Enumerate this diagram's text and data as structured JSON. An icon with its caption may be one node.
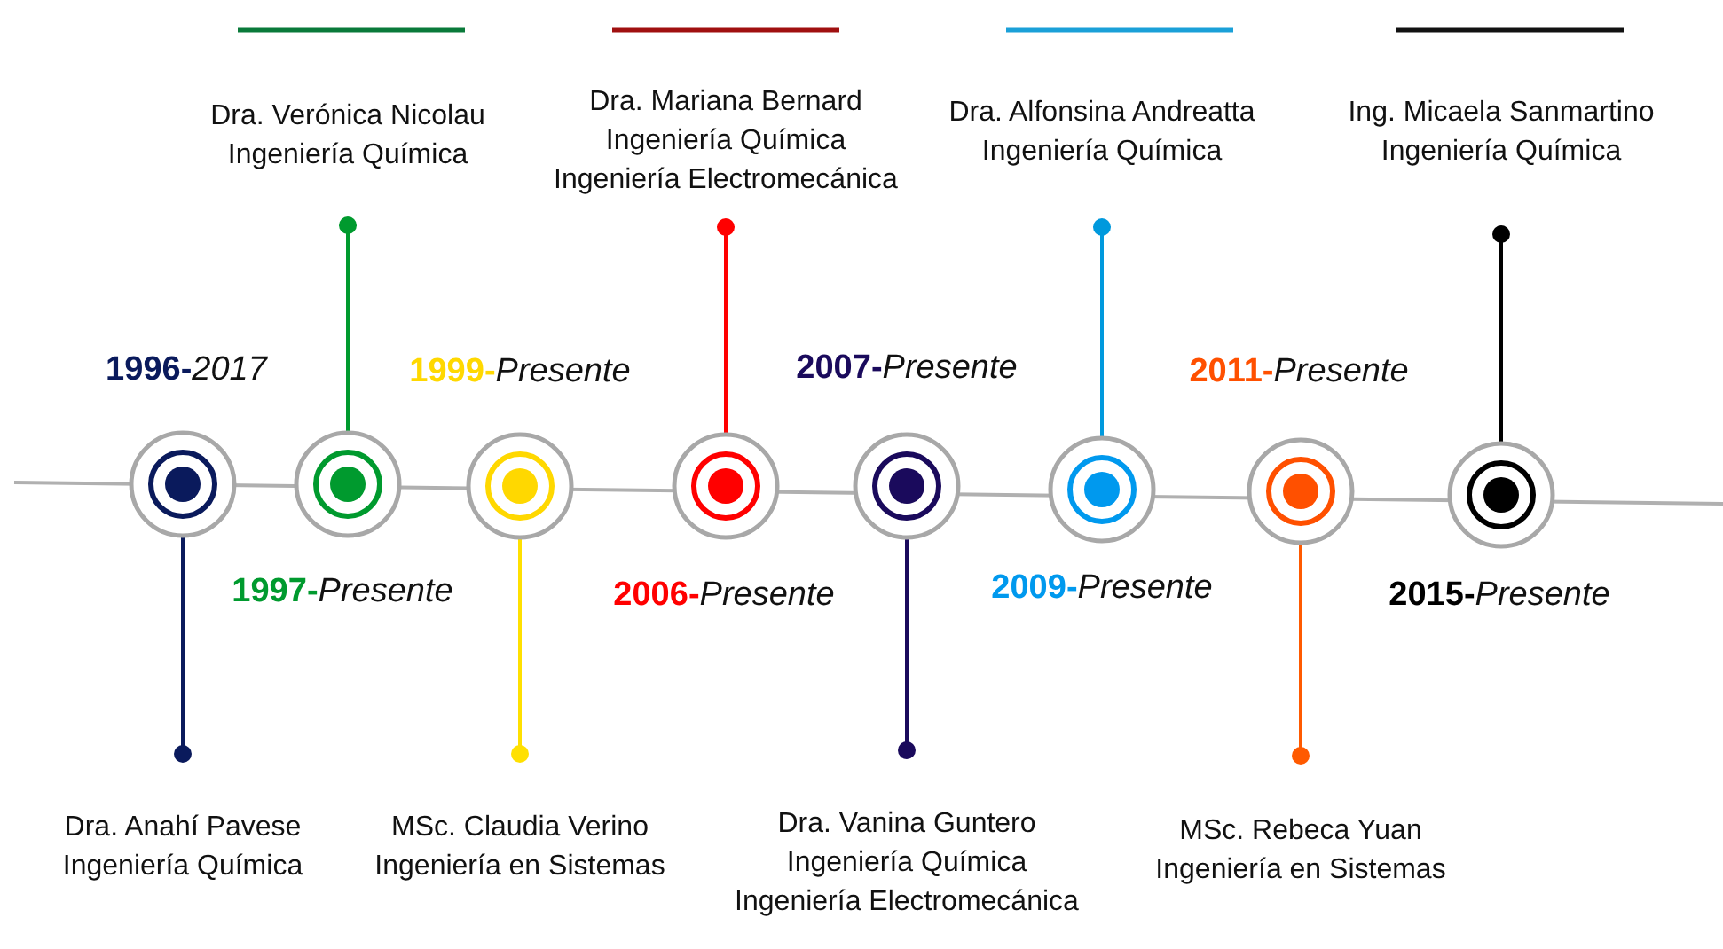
{
  "diagram": {
    "nodes": [
      {
        "text": [],
        "shape": "circle",
        "beside": [
          "1996-2017"
        ]
      },
      {
        "text": [],
        "shape": "circle",
        "beside": [
          "1997-Presente"
        ]
      },
      {
        "text": [],
        "shape": "circle",
        "beside": [
          "1999-Presente"
        ]
      },
      {
        "text": [],
        "shape": "circle",
        "beside": [
          "2006-Presente"
        ]
      },
      {
        "text": [],
        "shape": "circle",
        "beside": [
          "2007-Presente"
        ]
      },
      {
        "text": [],
        "shape": "circle",
        "beside": [
          "2009-Presente"
        ]
      },
      {
        "text": [],
        "shape": "circle",
        "beside": [
          "2011-Presente"
        ]
      },
      {
        "text": [],
        "shape": "circle",
        "beside": [
          "2015-Presente"
        ]
      },
      {
        "text": [
          "Dra. Anahí Pavese",
          "Ingeniería Química"
        ]
      },
      {
        "text": [
          "Dra. Verónica Nicolau",
          "Ingeniería Química"
        ]
      },
      {
        "text": [
          "MSc. Claudia Verino",
          "Ingeniería en Sistemas"
        ]
      },
      {
        "text": [
          "Dra. Mariana Bernard",
          "Ingeniería Química",
          "Ingeniería Electromecánica"
        ]
      },
      {
        "text": [
          "Dra. Vanina Guntero",
          "Ingeniería Química",
          "Ingeniería Electromecánica"
        ]
      },
      {
        "text": [
          "Dra. Alfonsina Andreatta",
          "Ingeniería Química"
        ]
      },
      {
        "text": [
          "MSc. Rebeca Yuan",
          "Ingeniería en Sistemas"
        ]
      },
      {
        "text": [
          "Ing. Micaela Sanmartino",
          "Ingeniería Química"
        ]
      }
    ],
    "edges": [
      {
        "from": 0,
        "to": 8,
        "arrow": "other",
        "color": "#0a1a5c"
      },
      {
        "from": 1,
        "to": 9,
        "arrow": "other",
        "color": "#009a2e"
      },
      {
        "from": 2,
        "to": 10,
        "arrow": "other",
        "color": "#ffe000"
      },
      {
        "from": 3,
        "to": 11,
        "arrow": "other",
        "color": "#ff0000"
      },
      {
        "from": 4,
        "to": 12,
        "arrow": "other",
        "color": "#1a0a5c"
      },
      {
        "from": 5,
        "to": 13,
        "arrow": "other",
        "color": "#0099dd"
      },
      {
        "from": 6,
        "to": 14,
        "arrow": "other",
        "color": "#ff5a00"
      },
      {
        "from": 7,
        "to": 15,
        "arrow": "other",
        "color": "#000000"
      }
    ]
  }
}
